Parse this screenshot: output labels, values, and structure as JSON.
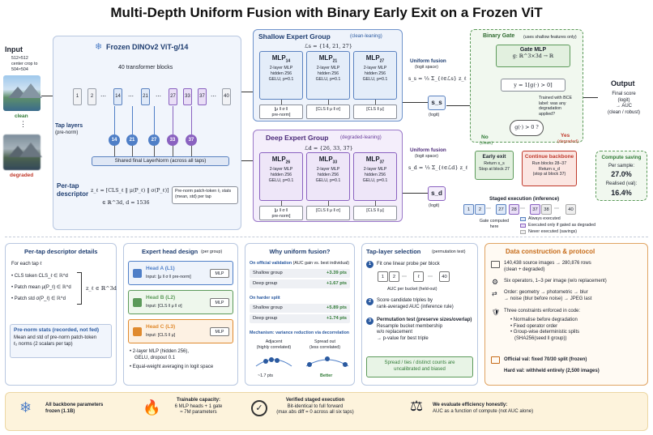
{
  "title": "Multi-Depth Uniform Fusion with Binary Early Exit on a Frozen ViT",
  "input": {
    "heading": "Input",
    "desc": [
      "512×512",
      "center crop to",
      "504×504"
    ],
    "clean_label": "clean",
    "dots": "⋮",
    "degraded_label": "degraded"
  },
  "backbone": {
    "title": "Frozen DINOv2 ViT-g/14",
    "blocks_label": "40 transformer blocks",
    "tokens": [
      "1",
      "2",
      "⋯",
      "14",
      "⋯",
      "21",
      "⋯",
      "27",
      "33",
      "37",
      "⋯",
      "40"
    ],
    "tap_layers_title": "Tap layers",
    "tap_layers_sub": "(pre-norm)",
    "tap_circles": [
      "14",
      "21",
      "27",
      "33",
      "37"
    ],
    "layernorm": "Shared final LayerNorm (across all taps)",
    "per_tap_title": "Per-tap",
    "per_tap_title2": "descriptor",
    "formula": "z_ℓ = [CLS_ℓ ‖ μ(P_ℓ) ‖ σ(P_ℓ)]",
    "formula2": "∈ ℝ^3d,  d = 1536",
    "patch_stats": "Pre-norm patch-token ℓ₂ stats",
    "patch_stats2": "(mean, std) per tap"
  },
  "shallow": {
    "title": "Shallow Expert Group",
    "tag": "(clean-leaning)",
    "set": "ℒs = {14, 21, 27}",
    "mlps": [
      {
        "name": "MLP14",
        "lines": [
          "2-layer MLP",
          "hidden 256",
          "GELU, p=0.1"
        ],
        "input": [
          "[μ ‖ σ ‖",
          "pre-norm]"
        ]
      },
      {
        "name": "MLP21",
        "lines": [
          "2-layer MLP",
          "hidden 256",
          "GELU, p=0.1"
        ],
        "input": [
          "[CLS ‖ μ ‖ σ]"
        ]
      },
      {
        "name": "MLP27",
        "lines": [
          "2-layer MLP",
          "hidden 256",
          "GELU, p=0.1"
        ],
        "input": [
          "[CLS ‖ μ]"
        ]
      }
    ],
    "fusion_title": "Uniform fusion",
    "fusion_sub": "(logit space)",
    "fusion_formula": "s_s = ⅓ Σ_{ℓ∈ℒs} z_ℓ",
    "out": "s_s",
    "out_sub": "(logit)"
  },
  "deep": {
    "title": "Deep Expert Group",
    "tag": "(degraded-leaning)",
    "set": "ℒd = {26, 33, 37}",
    "mlps": [
      {
        "name": "MLP26",
        "lines": [
          "2-layer MLP",
          "hidden 256",
          "GELU, p=0.1"
        ],
        "input": [
          "[μ ‖ σ ‖",
          "pre-norm]"
        ]
      },
      {
        "name": "MLP33",
        "lines": [
          "2-layer MLP",
          "hidden 256",
          "GELU, p=0.1"
        ],
        "input": [
          "[CLS ‖ μ ‖ σ]"
        ]
      },
      {
        "name": "MLP37",
        "lines": [
          "2-layer MLP",
          "hidden 256",
          "GELU, p=0.1"
        ],
        "input": [
          "[CLS ‖ μ]"
        ]
      }
    ],
    "fusion_title": "Uniform fusion",
    "fusion_sub": "(logit space)",
    "fusion_formula": "s_d = ⅓ Σ_{ℓ∈ℒd} z_ℓ",
    "out": "s_d",
    "out_sub": "(logit)"
  },
  "gate": {
    "title": "Binary Gate",
    "subtitle": "(uses shallow features only)",
    "mlp_title": "Gate MLP",
    "mlp_formula": "g: ℝ^3×3d → ℝ",
    "indicator": "y = 1[g(·) > 0]",
    "note": [
      "Trained with BCE",
      "label: was any",
      "degradation",
      "applied?"
    ],
    "decision": "g(·) > 0 ?",
    "no_label": "No",
    "no_sub": "(clean)",
    "yes_label": "Yes",
    "yes_sub": "(degraded)",
    "early_title": "Early exit",
    "early_l1": "Return s_s",
    "early_l2": "Stop at block 27",
    "cont_title": "Continue backbone",
    "cont_l1": "Run blocks 28–37",
    "cont_l2": "Return s_d",
    "cont_l3": "(stop at block 37)"
  },
  "output": {
    "title": "Output",
    "l1": "Final score",
    "l2": "(logit)",
    "l3": "→ AUC",
    "l4": "(clean / robust)"
  },
  "compute": {
    "title": "Compute saving",
    "per_sample": "Per sample:",
    "per_value": "27.0%",
    "realised": "Realised (val):",
    "realised_value": "16.4%"
  },
  "staged": {
    "title": "Staged execution (inference)",
    "blocks": [
      "1",
      "2",
      "⋯",
      "27",
      "28",
      "⋯",
      "37",
      "38",
      "⋯",
      "40"
    ],
    "gate_label": "Gate computed",
    "gate_label2": "here",
    "legend": [
      "Always executed",
      "Executed only if gated as degraded",
      "Never executed (savings)"
    ]
  },
  "descriptor_details": {
    "title": "Per-tap descriptor details",
    "for_each": "For each tap ℓ",
    "items": [
      "CLS token  CLS_ℓ ∈ ℝ^d",
      "Patch mean  μ(P_ℓ) ∈ ℝ^d",
      "Patch std  σ(P_ℓ) ∈ ℝ^d"
    ],
    "result": "z_ℓ ∈ ℝ^3d",
    "prenorm_title": "Pre-norm stats (recorded, not fed)",
    "prenorm_text": [
      "Mean and std of pre-norm patch-token",
      "ℓ₂ norms (2 scalars per tap)"
    ]
  },
  "head_design": {
    "title": "Expert head design",
    "tag": "(per group)",
    "heads": [
      {
        "name": "Head A (L1)",
        "input": "Input:  [μ ‖ σ ‖ pre-norm]"
      },
      {
        "name": "Head B (L2)",
        "input": "Input:  [CLS ‖ μ ‖ σ]"
      },
      {
        "name": "Head C (L3)",
        "input": "Input:  [CLS ‖ μ]"
      }
    ],
    "mlp_tag": "MLP",
    "bullets": [
      "2-layer MLP (hidden 256),",
      "GELU, dropout 0.1",
      "Equal-weight averaging in logit space"
    ]
  },
  "why": {
    "title": "Why uniform fusion?",
    "official_title": "On official validation",
    "official_tag": "(AUC gain vs. best individual)",
    "official_rows": [
      {
        "label": "Shallow group",
        "value": "+3.39 pts"
      },
      {
        "label": "Deep group",
        "value": "+1.67 pts"
      }
    ],
    "harder_title": "On harder split",
    "harder_rows": [
      {
        "label": "Shallow group",
        "value": "+5.89 pts"
      },
      {
        "label": "Deep group",
        "value": "+1.74 pts"
      }
    ],
    "mechanism": "Mechanism: variance reduction via decorrelation",
    "adjacent": "Adjacent",
    "adjacent_sub": "(highly correlated)",
    "spread": "Spread out",
    "spread_sub": "(less correlated)",
    "adj_value": "~1.7 pts",
    "better": "Better"
  },
  "tap_selection": {
    "title": "Tap-layer selection",
    "tag": "(permutation test)",
    "s1": "Fit one linear probe per block",
    "s1_blocks": [
      "1",
      "2",
      "⋯",
      "ℓ",
      "⋯",
      "40"
    ],
    "s1_note": "AUC per bucket (held-out)",
    "s2": [
      "Score candidate triples by",
      "rank-averaged AUC (inference rule)"
    ],
    "s3": [
      "Permutation test (preserve sizes/overlap)",
      "Resample bucket membership",
      "w/o replacement",
      "→ p-value for best triple"
    ],
    "warn": [
      "Spread / ties / distinct counts are",
      "uncalibrated and biased"
    ]
  },
  "data": {
    "title": "Data construction & protocol",
    "items": [
      [
        "140,438 source images → 280,876 rows",
        "(clean + degraded)"
      ],
      [
        "Six operators, 1–3 per image (w/o replacement)"
      ],
      [
        "Order: geometry → photometric → blur",
        "→ noise (blur before noise) → JPEG last"
      ],
      [
        "Three constraints enforced in code:"
      ]
    ],
    "constraints": [
      "Normalise before degradation",
      "Fixed operator order",
      "Group-wise deterministic splits",
      "(SHA256(seed ‖ group))"
    ],
    "official_val": "Official val: fixed 70/30 split (frozen)",
    "hard_val": "Hard val: withheld entirely (2,500 images)"
  },
  "footer": {
    "f1": [
      "All backbone parameters",
      "frozen (1.1B)"
    ],
    "f2": [
      "Trainable capacity:",
      "6 MLP heads + 1 gate",
      "≈ 7M parameters"
    ],
    "f3": [
      "Verified staged execution",
      "Bit-identical to full forward",
      "(max abs diff = 0 across all six taps)"
    ],
    "f4": [
      "We evaluate efficiency honestly:",
      "AUC as a function of compute (not AUC alone)"
    ]
  },
  "colors": {
    "blue": "#4f7fc7",
    "purple": "#8a62c0",
    "green": "#2f7a35",
    "red": "#c0392b",
    "orange": "#e08a2e"
  }
}
